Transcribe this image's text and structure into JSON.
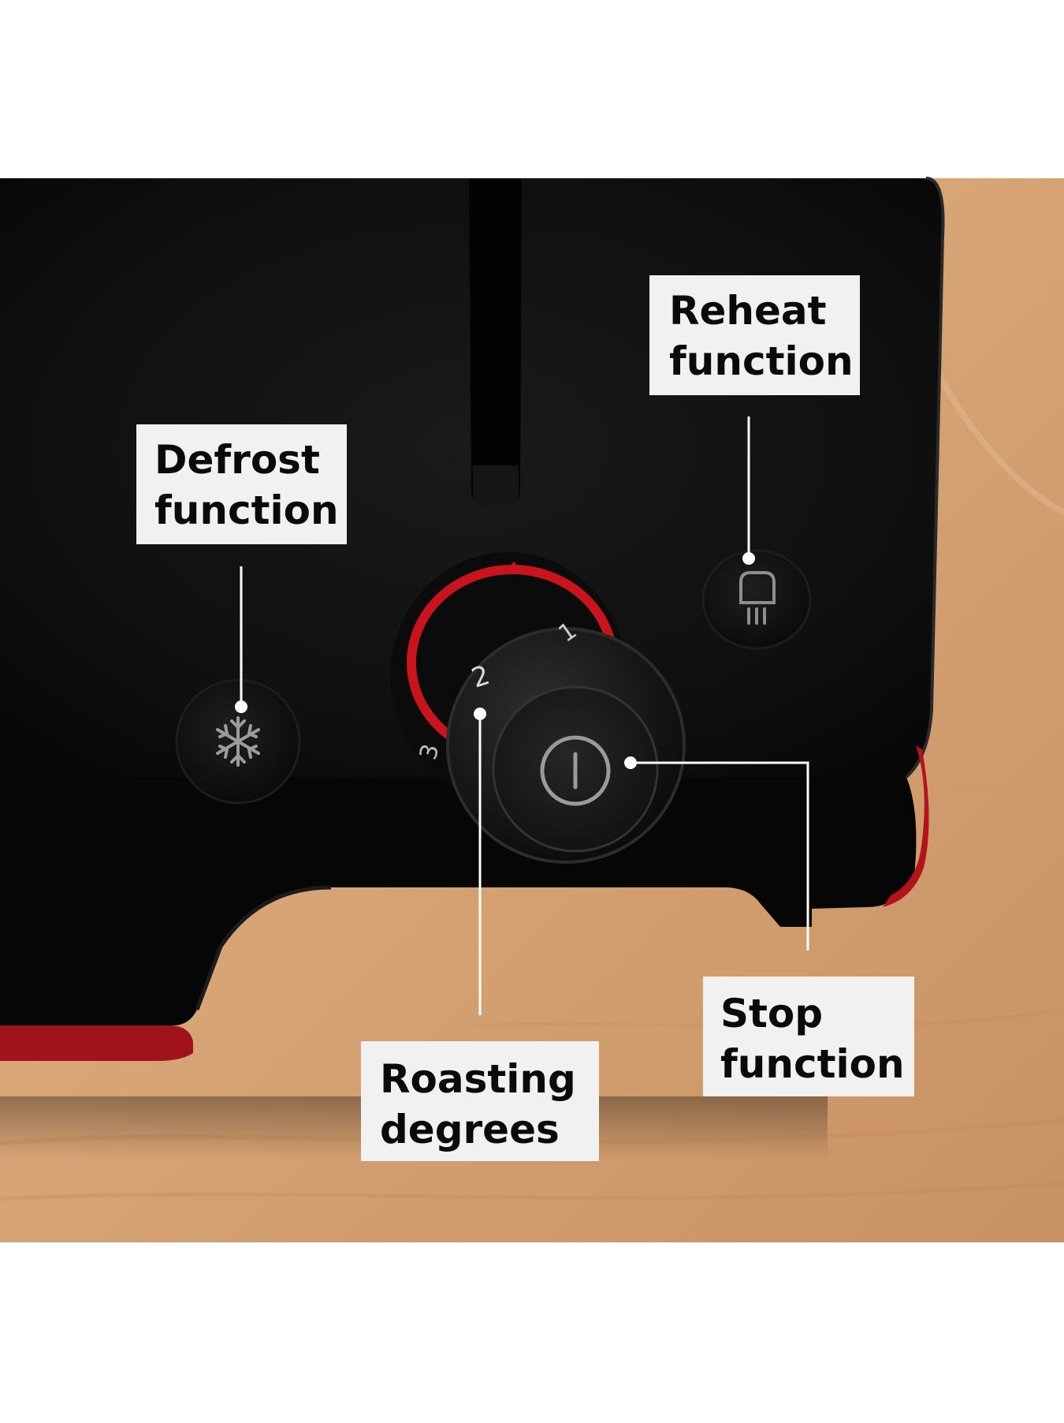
{
  "callouts": {
    "defrost": {
      "line1": "Defrost",
      "line2": "function"
    },
    "reheat": {
      "line1": "Reheat",
      "line2": "function"
    },
    "roasting": {
      "line1": "Roasting",
      "line2": "degrees"
    },
    "stop": {
      "line1": "Stop",
      "line2": "function"
    }
  },
  "dial": {
    "levels": [
      "1",
      "2",
      "3"
    ]
  },
  "colors": {
    "toaster_body": "#0c0c0c",
    "accent_red": "#c8141c",
    "wood_surface": "#d9a779",
    "callout_bg": "#f1f1f1",
    "leader_line": "#ffffff"
  },
  "icons": {
    "defrost_button": "snowflake-icon",
    "reheat_button": "toast-icon",
    "stop_button": "power-icon"
  }
}
